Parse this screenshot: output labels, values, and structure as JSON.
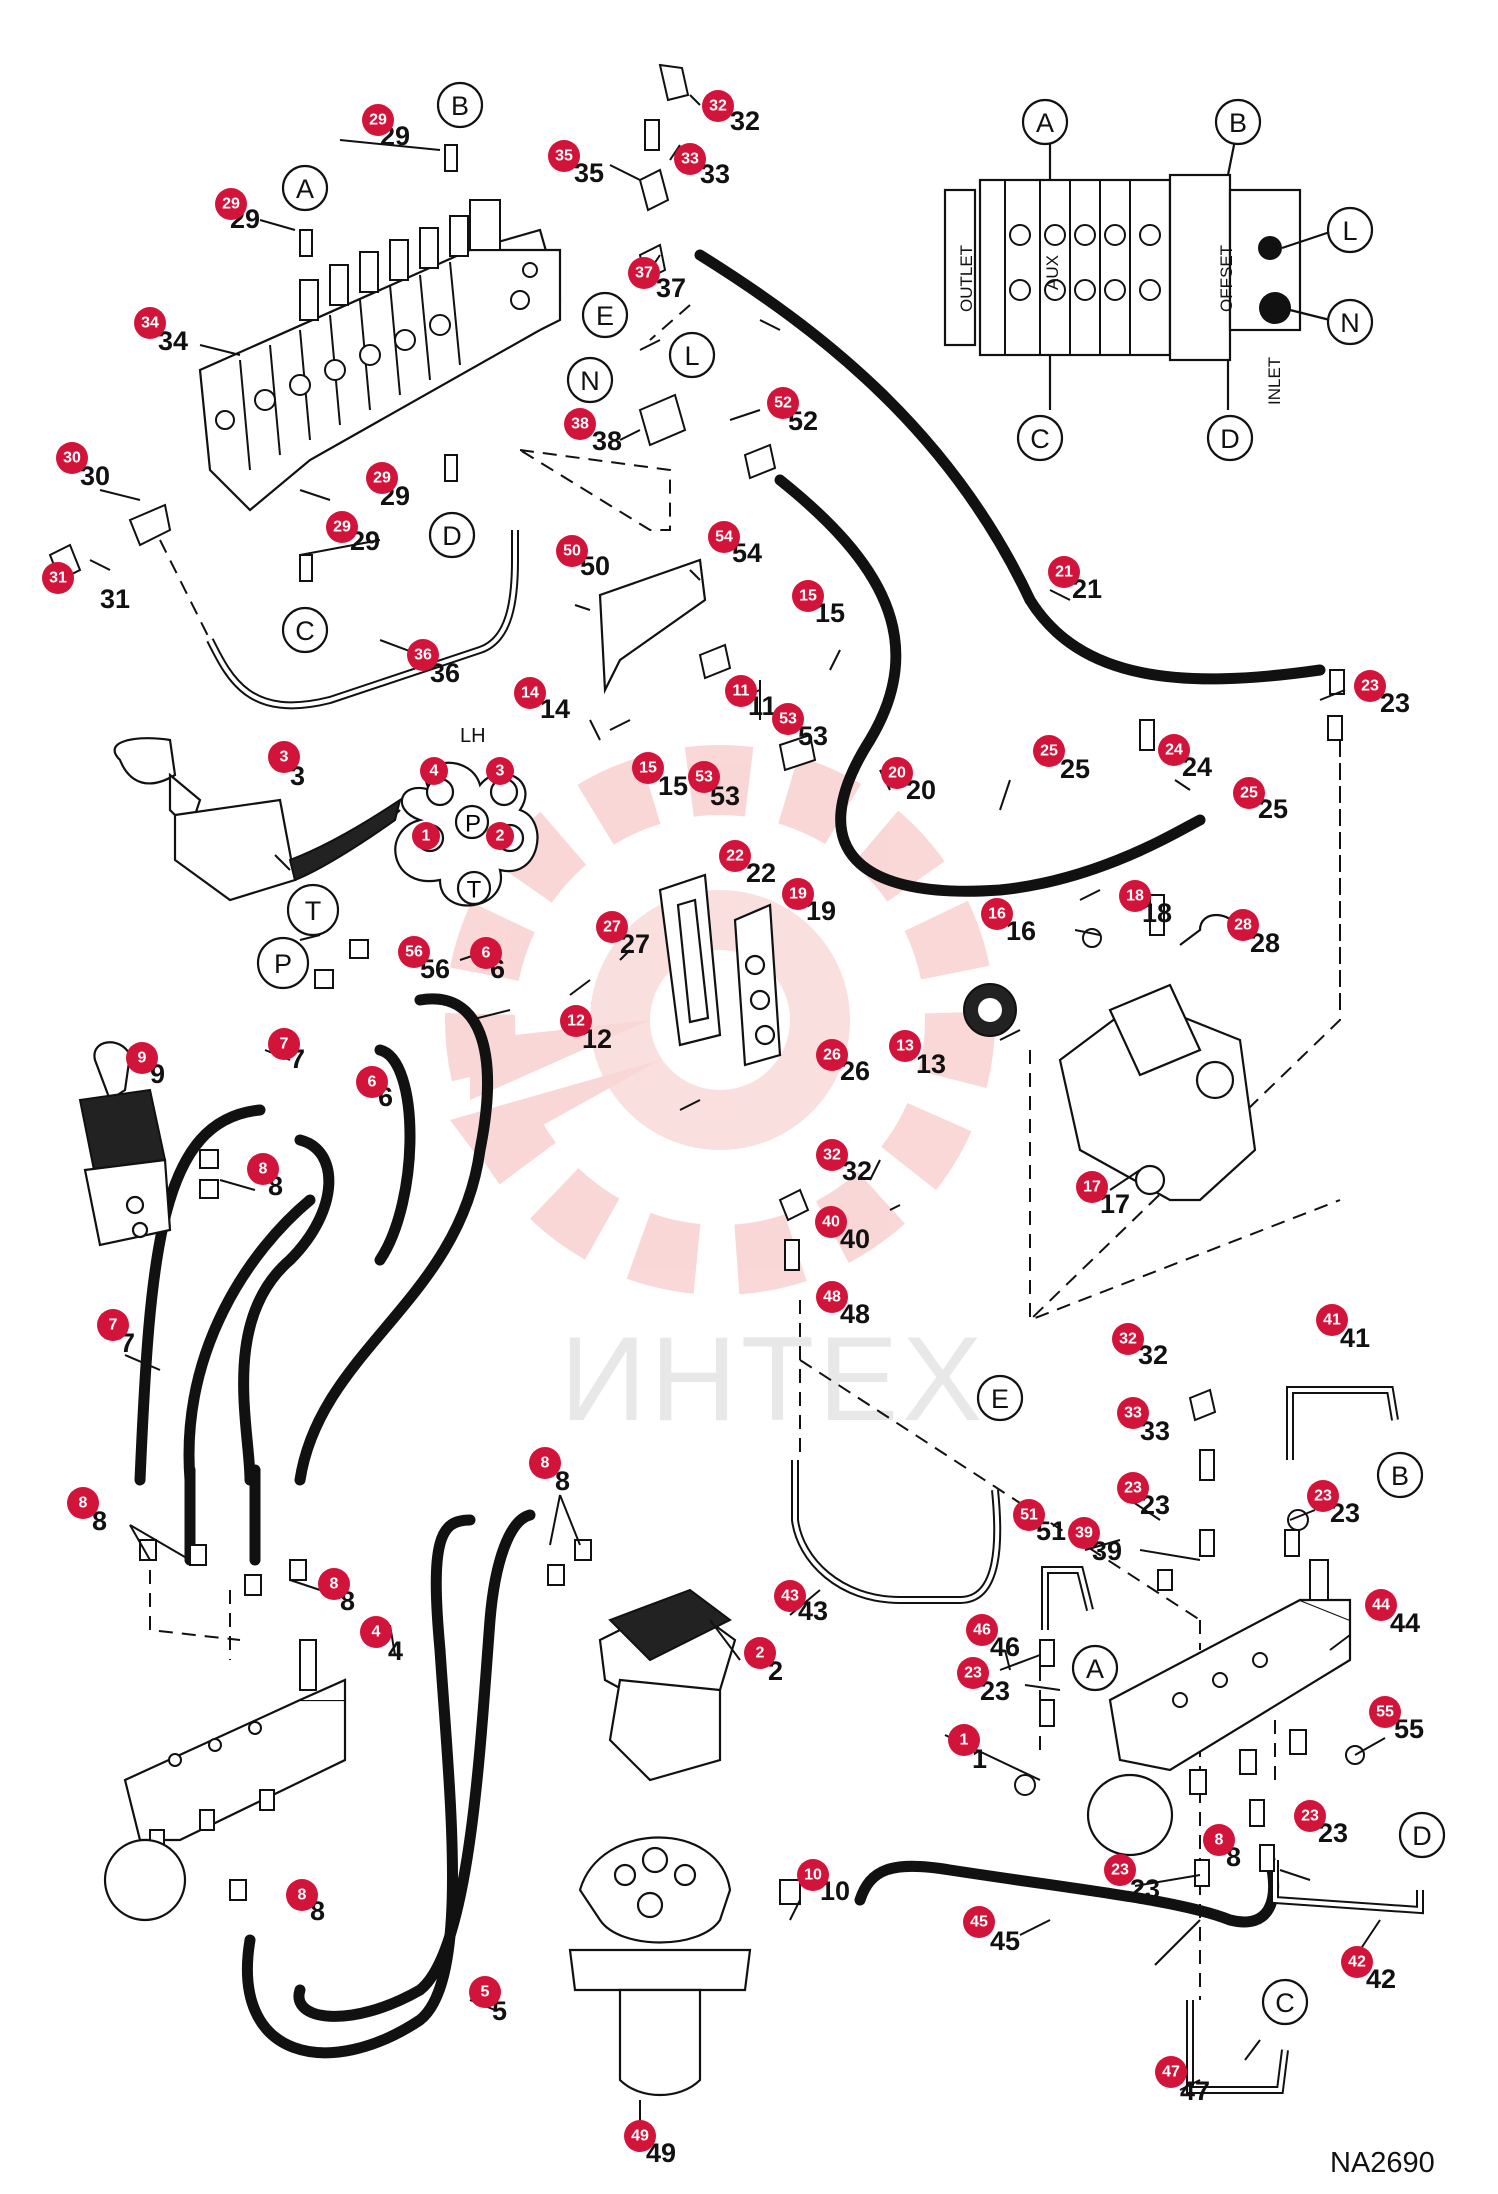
{
  "watermark": "ИНТЕХ",
  "drawing_code": "NA2690",
  "joystick_port_group_label": "LH",
  "valve_labels": {
    "outlet": "OUTLET",
    "aux": "AUX",
    "offset": "OFFSET",
    "inlet": "INLET"
  },
  "colors": {
    "badge": "#d2143a",
    "watermark": "#f5b8b8"
  },
  "ports": {
    "A": "A",
    "B": "B",
    "C": "C",
    "D": "D",
    "E": "E",
    "L": "L",
    "N": "N",
    "P": "P",
    "T": "T"
  },
  "joystick_pattern": [
    "4",
    "3",
    "P",
    "1",
    "2",
    "T"
  ],
  "callouts": [
    "1",
    "2",
    "3",
    "4",
    "5",
    "6",
    "7",
    "8",
    "9",
    "10",
    "11",
    "12",
    "13",
    "14",
    "15",
    "16",
    "17",
    "18",
    "19",
    "20",
    "21",
    "22",
    "23",
    "24",
    "25",
    "26",
    "27",
    "28",
    "29",
    "30",
    "31",
    "32",
    "33",
    "34",
    "35",
    "36",
    "37",
    "38",
    "39",
    "40",
    "41",
    "42",
    "43",
    "44",
    "45",
    "46",
    "47",
    "48",
    "49",
    "50",
    "51",
    "52",
    "53",
    "54",
    "55",
    "56"
  ]
}
